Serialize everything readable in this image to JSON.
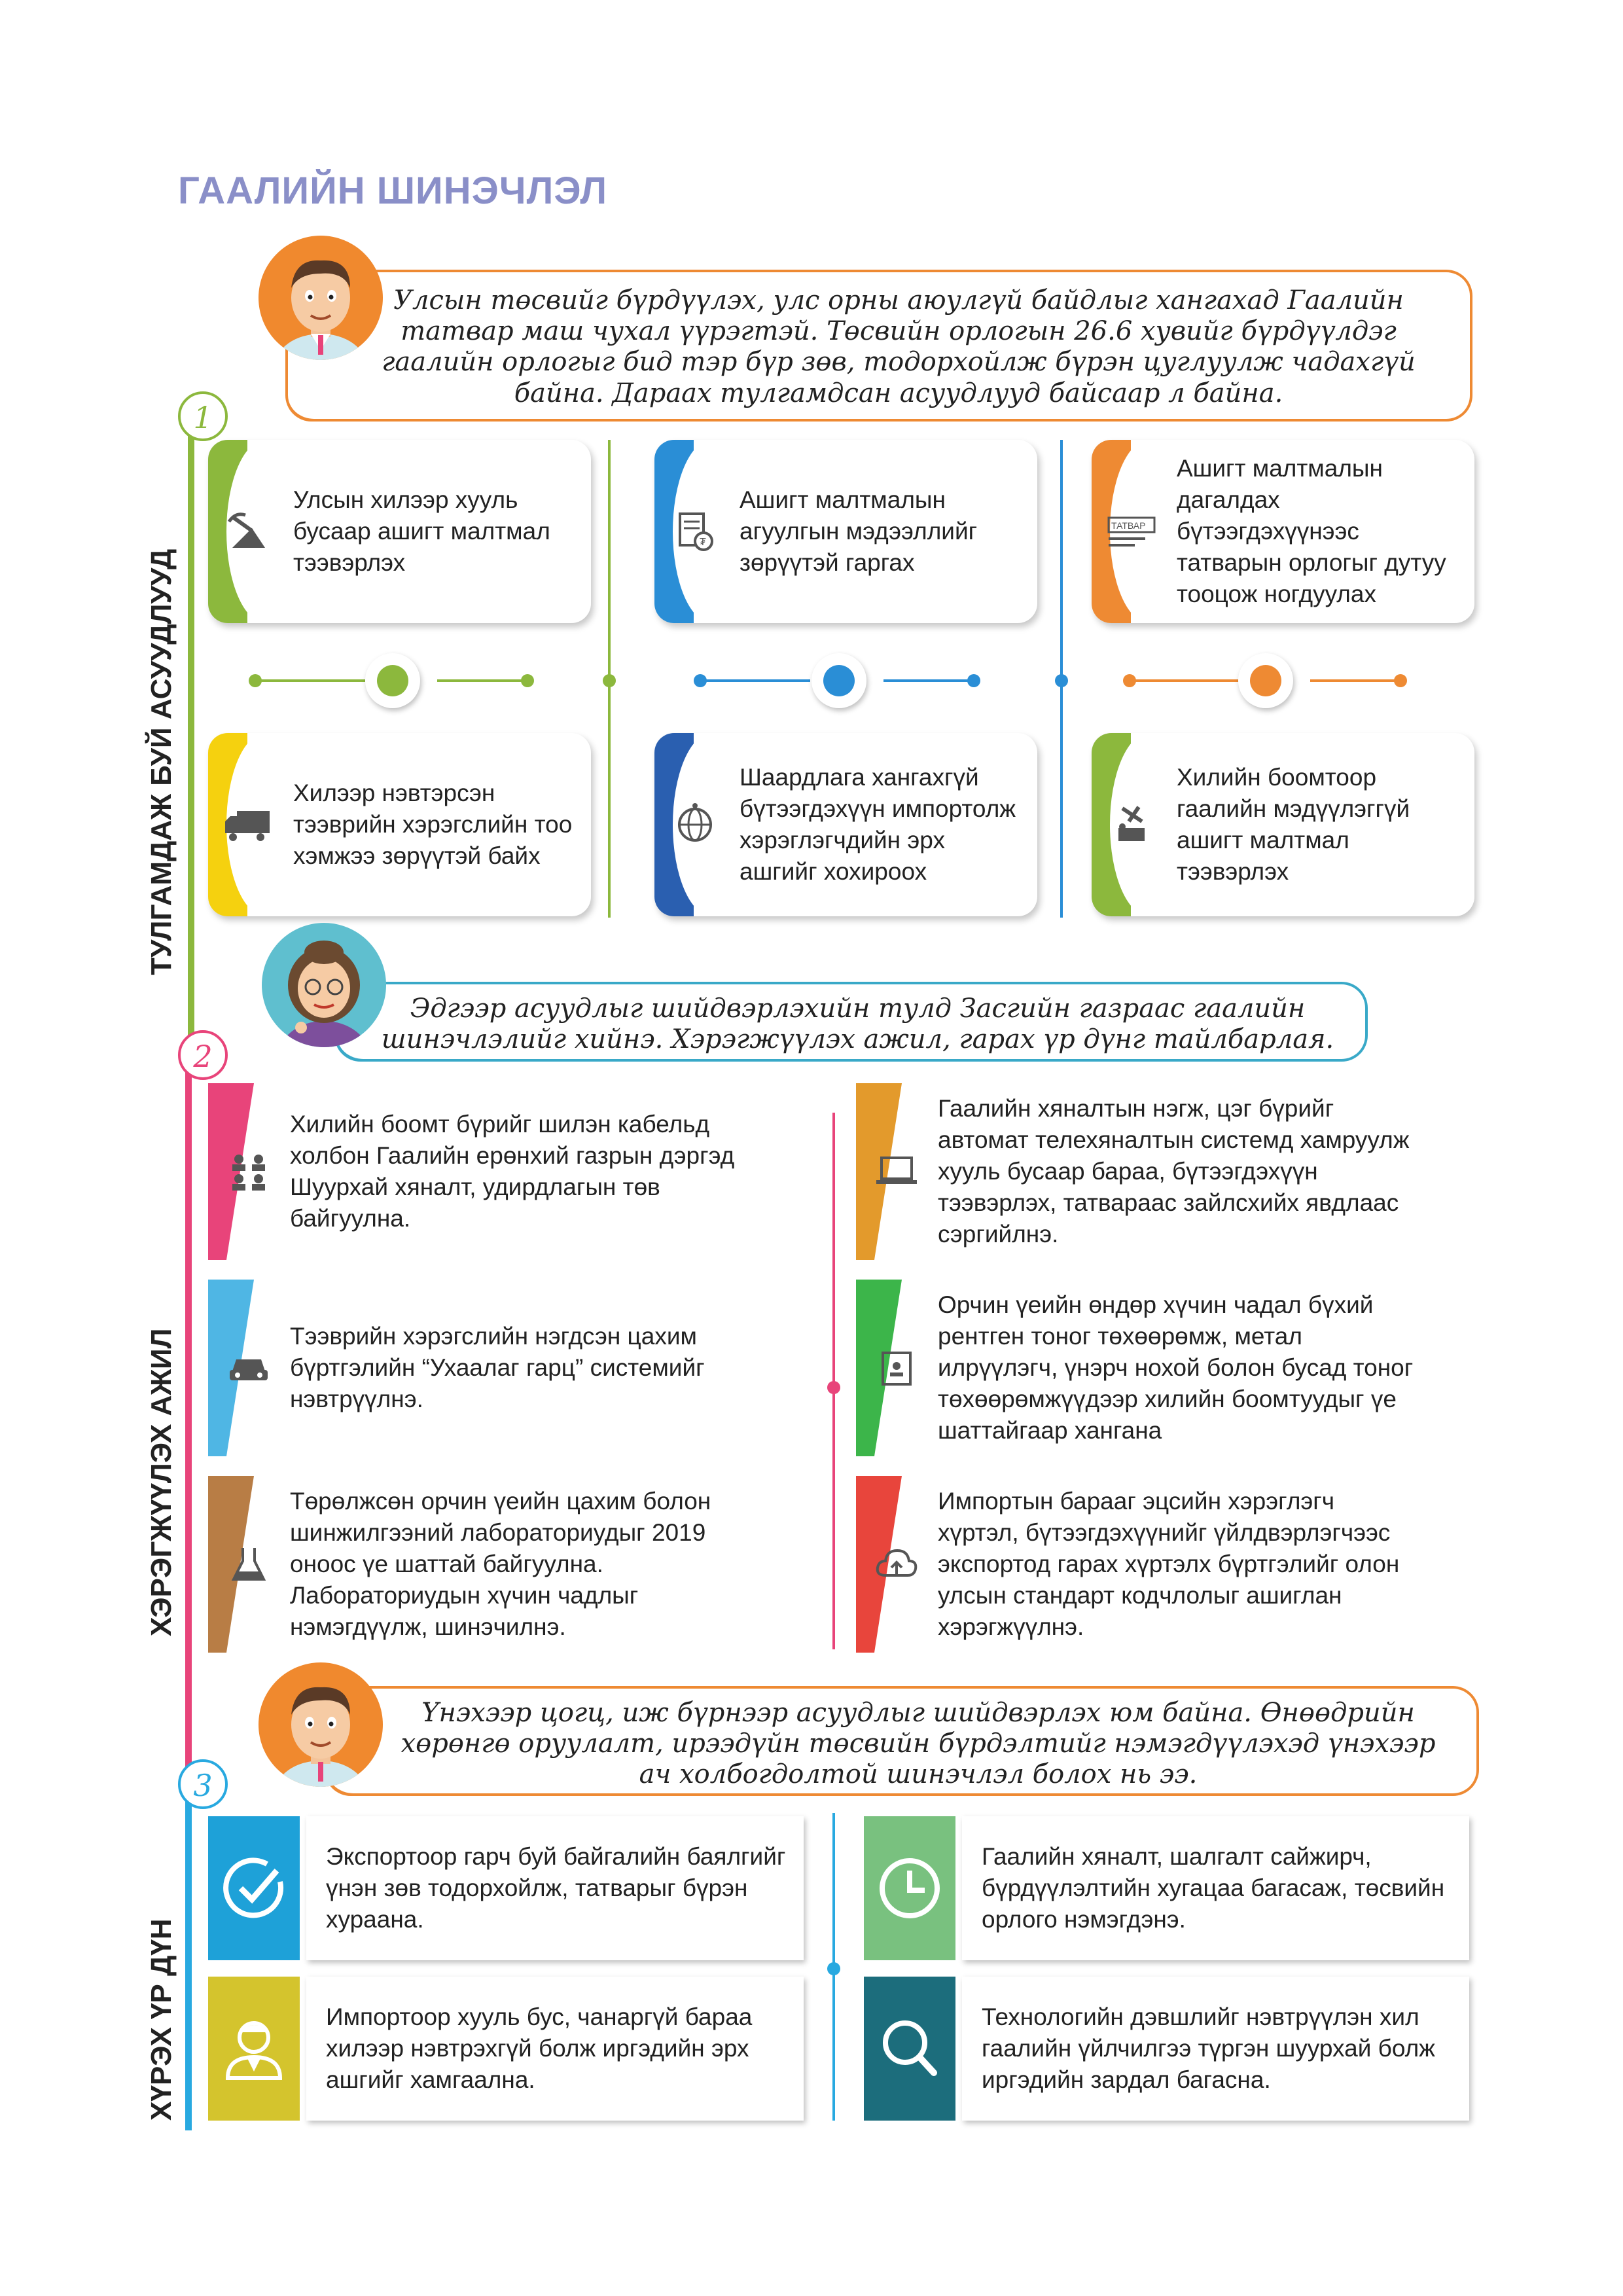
{
  "title": "ГААЛИЙН ШИНЭЧЛЭЛ",
  "intro_bubble": "Улсын төсвийг бүрдүүлэх, улс орны аюулгүй байдлыг хангахад Гаалийн татвар маш чухал үүрэгтэй. Төсвийн орлогын 26.6 хувийг бүрдүүлдэг гаалийн орлогыг бид тэр бүр зөв, тодорхойлж бүрэн цуглуулж чадахгүй байна. Дараах тулгамдсан асуудлууд байсаар л байна.",
  "section1": {
    "number": "1",
    "label": "ТУЛГАМДАЖ БУЙ АСУУДЛУУД",
    "color_green": "#8cb83d",
    "color_blue": "#2a8ed6",
    "color_orange": "#ee8a33",
    "cards": [
      {
        "text": "Улсын хилээр хууль бусаар ашигт малтмал тээвэрлэх",
        "icon": "mining-icon"
      },
      {
        "text": "Ашигт малтмалын агуулгын мэдээллийг зөрүүтэй гаргах",
        "icon": "document-icon"
      },
      {
        "text": "Ашигт малтмалын дагалдах бүтээгдэхүүнээс татварын орлогыг дутуу тооцож ногдуулах",
        "icon": "tax-icon",
        "icon_label": "ТАТВАР"
      },
      {
        "text": "Хилээр нэвтэрсэн тээврийн хэрэгслийн тоо хэмжээ зөрүүтэй байх",
        "icon": "truck-icon"
      },
      {
        "text": "Шаардлага хангахгүй бүтээгдэхүүн импортолж хэрэглэгчдийн эрх ашгийг хохироох",
        "icon": "globe-icon"
      },
      {
        "text": "Хилийн боомтоор гаалийн мэдүүлэггүй ашигт малтмал тээвэрлэх",
        "icon": "smuggling-icon"
      }
    ]
  },
  "bubble2": "Эдгээр асуудлыг шийдвэрлэхийн тулд Засгийн газраас гаалийн шинэчлэлийг хийнэ. Хэрэгжүүлэх ажил, гарах үр дүнг тайлбарлая.",
  "section2": {
    "number": "2",
    "label": "ХЭРЭГЖҮҮЛЭХ АЖИЛ",
    "color": "#e8447a",
    "cards": [
      {
        "text": "Хилийн боомт бүрийг шилэн кабельд холбон Гаалийн ерөнхий газрын дэргэд Шуурхай хяналт, удирдлагын төв байгуулна.",
        "icon": "network-icon",
        "color": "#e8447a"
      },
      {
        "text": "Гаалийн хяналтын нэгж, цэг бүрийг автомат телехяналтын системд хамруулж хууль бусаар бараа, бүтээгдэхүүн тээвэрлэх, татвараас зайлсхийх явдлаас сэргийлнэ.",
        "icon": "laptop-icon",
        "color": "#e39a2c"
      },
      {
        "text": "Тээврийн хэрэгслийн нэгдсэн цахим бүртгэлийн “Ухаалаг гарц” системийг нэвтрүүлнэ.",
        "icon": "car-icon",
        "color": "#4fb6e4"
      },
      {
        "text": "Орчин үеийн өндөр хүчин чадал бүхий рентген тоног төхөөрөмж, метал илрүүлэгч, үнэрч нохой болон бусад тоног төхөөрөмжүүдээр хилийн боомтуудыг үе шаттайгаар хангана",
        "icon": "id-card-icon",
        "color": "#3cb54a"
      },
      {
        "text": "Төрөлжсөн орчин үеийн цахим болон шинжилгээний лабораториудыг 2019 оноос үе шаттай байгуулна. Лабораториудын хүчин чадлыг нэмэгдүүлж, шинэчилнэ.",
        "icon": "lab-icon",
        "color": "#b87d45"
      },
      {
        "text": "Импортын барааг эцсийн хэрэглэгч хүртэл, бүтээгдэхүүнийг үйлдвэрлэгчээс экспортод гарах хүртэлх бүртгэлийг олон улсын стандарт кодчлолыг ашиглан хэрэгжүүлнэ.",
        "icon": "cloud-upload-icon",
        "color": "#e8453c"
      }
    ]
  },
  "bubble3": "Үнэхээр цогц, иж бүрнээр асуудлыг шийдвэрлэх юм байна. Өнөөдрийн хөрөнгө оруулалт, ирээдүйн төсвийн бүрдэлтийг нэмэгдүүлэхэд үнэхээр ач холбогдолтой шинэчлэл болох нь ээ.",
  "section3": {
    "number": "3",
    "label": "ХҮРЭХ ҮР ДҮН",
    "color": "#28a9e0",
    "cards": [
      {
        "text": "Экспортоор гарч буй байгалийн баялгийг үнэн зөв тодорхойлж, татварыг бүрэн хураана.",
        "icon": "check-icon",
        "color": "#1ea1d8"
      },
      {
        "text": "Гаалийн хяналт, шалгалт сайжирч, бүрдүүлэлтийн хугацаа багасаж, төсвийн орлого нэмэгдэнэ.",
        "icon": "clock-icon",
        "color": "#79c17f"
      },
      {
        "text": "Импортоор хууль бус, чанаргүй бараа хилээр нэвтрэхгүй болж иргэдийн эрх ашгийг хамгаална.",
        "icon": "officer-icon",
        "color": "#d4c42d"
      },
      {
        "text": "Технологийн дэвшлийг нэвтрүүлэн хил гаалийн үйлчилгээ түргэн шуурхай болж иргэдийн зардал багасна.",
        "icon": "search-icon",
        "color": "#1c6d7c"
      }
    ]
  }
}
